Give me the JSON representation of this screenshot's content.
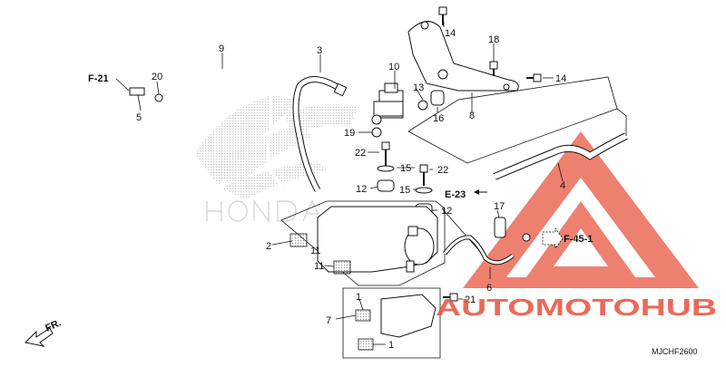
{
  "figure": {
    "code": "MJCHF2600",
    "front_label": "FR.",
    "logo": {
      "text": "AUTOMOTOHUB",
      "color_main": "#e8503a",
      "color_dark": "#333333"
    },
    "colors": {
      "line": "#111111",
      "watermark": "#e8503a",
      "brand_ghost": "#bbbbbb"
    }
  },
  "references": {
    "f21": "F-21",
    "e23": "E-23",
    "f451": "F-45-1"
  },
  "callouts": {
    "n1a": "1",
    "n1b": "1",
    "n2": "2",
    "n3": "3",
    "n4": "4",
    "n5": "5",
    "n6": "6",
    "n7": "7",
    "n8": "8",
    "n9": "9",
    "n10": "10",
    "n11a": "11",
    "n11b": "11",
    "n12a": "12",
    "n12b": "12",
    "n13": "13",
    "n14a": "14",
    "n14b": "14",
    "n15a": "15",
    "n15b": "15",
    "n16": "16",
    "n17": "17",
    "n18": "18",
    "n19": "19",
    "n20": "20",
    "n21": "21",
    "n22a": "22",
    "n22b": "22"
  }
}
